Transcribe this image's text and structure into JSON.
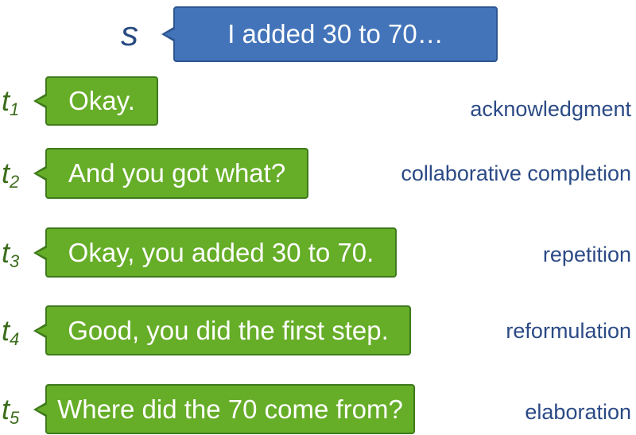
{
  "student": {
    "speaker": "s",
    "utterance": "I added 30 to 70…"
  },
  "turns": [
    {
      "speaker": "t",
      "index": "1",
      "utterance": "Okay.",
      "category": "acknowledgment"
    },
    {
      "speaker": "t",
      "index": "2",
      "utterance": "And you got what?",
      "category": "collaborative completion"
    },
    {
      "speaker": "t",
      "index": "3",
      "utterance": "Okay, you added 30 to 70.",
      "category": "repetition"
    },
    {
      "speaker": "t",
      "index": "4",
      "utterance": "Good, you did the first step.",
      "category": "reformulation"
    },
    {
      "speaker": "t",
      "index": "5",
      "utterance": "Where did the 70 come from?",
      "category": "elaboration"
    }
  ],
  "colors": {
    "student": "#4374b9",
    "teacher": "#66ad28",
    "category_text": "#2b4a85"
  }
}
